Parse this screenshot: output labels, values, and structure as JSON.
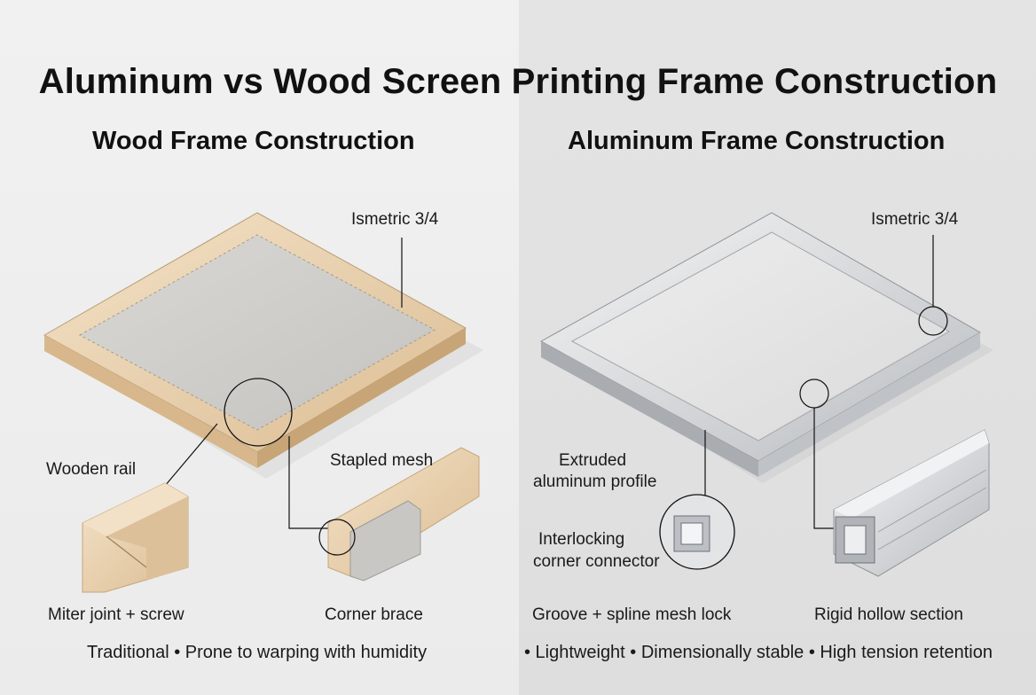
{
  "title": "Aluminum vs Wood Screen Printing Frame Construction",
  "wood": {
    "heading": "Wood Frame Construction",
    "view_label": "Ismetric 3/4",
    "labels": {
      "rail": "Wooden rail",
      "mesh": "Stapled mesh",
      "joint": "Miter joint + screw",
      "brace": "Corner brace"
    },
    "footer": "Traditional • Prone to warping with humidity"
  },
  "aluminum": {
    "heading": "Aluminum Frame Construction",
    "view_label": "Ismetric 3/4",
    "labels": {
      "profile_line1": "Extruded",
      "profile_line2": "aluminum profile",
      "connector_line1": "Interlocking",
      "connector_line2": "corner connector",
      "groove": "Groove + spline mesh lock",
      "hollow": "Rigid hollow section"
    },
    "footer": "• Lightweight • Dimensionally stable • High tension retention"
  },
  "colors": {
    "wood_light": "#f0dcc0",
    "wood_mid": "#e3c7a0",
    "wood_dark": "#cfae82",
    "aluminum_light": "#eceef0",
    "aluminum_mid": "#c9ccd0",
    "aluminum_dark": "#9a9ea3",
    "mesh": "#cfcecb"
  }
}
